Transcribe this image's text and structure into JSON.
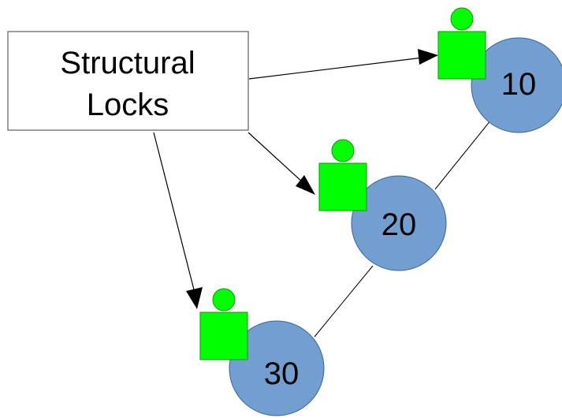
{
  "diagram": {
    "box": {
      "lines": [
        "Structural",
        "Locks"
      ]
    },
    "nodes": [
      {
        "label": "10",
        "color": "#729fcf"
      },
      {
        "label": "20",
        "color": "#729fcf"
      },
      {
        "label": "30",
        "color": "#729fcf"
      }
    ],
    "colors": {
      "node_fill": "#729fcf",
      "node_stroke": "#3465a4",
      "lock_fill": "#00ff00",
      "lock_stroke": "#1e8f1e",
      "line": "#000000",
      "box_stroke": "#3c3c3c",
      "box_fill": "#ffffff"
    },
    "icons": {
      "lock": "person-lock-icon"
    }
  }
}
